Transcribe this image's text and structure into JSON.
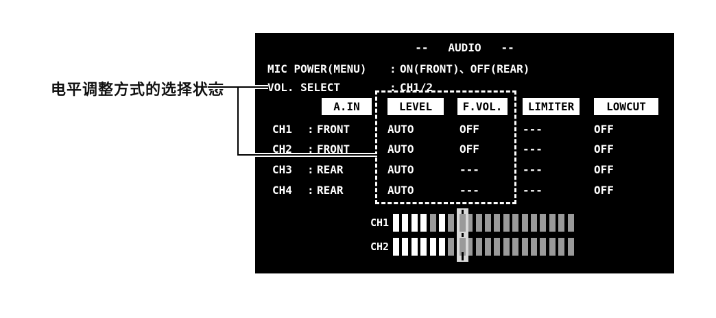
{
  "callout": {
    "label": "电平调整方式的选择状态"
  },
  "panel": {
    "title": "--   AUDIO   --",
    "menu_lines": [
      {
        "label": "MIC POWER(MENU)",
        "separator": ":",
        "value": "ON(FRONT)、OFF(REAR)"
      },
      {
        "label": "VOL. SELECT",
        "separator": ":",
        "value": "CH1/2"
      }
    ],
    "table": {
      "headers": [
        "A.IN",
        "LEVEL",
        "F.VOL.",
        "LIMITER",
        "LOWCUT"
      ],
      "colon": ":",
      "rows": [
        {
          "ch": "CH1",
          "a_in": "FRONT",
          "level": "AUTO",
          "f_vol": "OFF",
          "limiter": "---",
          "lowcut": "OFF"
        },
        {
          "ch": "CH2",
          "a_in": "FRONT",
          "level": "AUTO",
          "f_vol": "OFF",
          "limiter": "---",
          "lowcut": "OFF"
        },
        {
          "ch": "CH3",
          "a_in": "REAR",
          "level": "AUTO",
          "f_vol": "---",
          "limiter": "---",
          "lowcut": "OFF"
        },
        {
          "ch": "CH4",
          "a_in": "REAR",
          "level": "AUTO",
          "f_vol": "---",
          "limiter": "---",
          "lowcut": "OFF"
        }
      ]
    },
    "meters": {
      "ch1": {
        "label": "CH1",
        "segments": [
          1,
          1,
          1,
          1,
          0,
          1,
          0,
          0,
          0,
          0,
          0,
          0,
          0,
          0,
          0,
          0,
          0,
          0,
          0,
          0
        ]
      },
      "ch2": {
        "label": "CH2",
        "segments": [
          1,
          1,
          1,
          1,
          1,
          1,
          0,
          0,
          0,
          0,
          0,
          0,
          0,
          0,
          0,
          0,
          0,
          0,
          0,
          0
        ]
      },
      "marker_segment_index": 8
    },
    "colors": {
      "panel_bg": "#000000",
      "panel_text": "#ffffff",
      "header_bg": "#ffffff",
      "header_text": "#000000",
      "selection_dashed_border": "#ffffff",
      "segment_lit": "#ffffff",
      "segment_unlit": "#9a9a9a",
      "marker": "#d9d9d9",
      "callout_text": "#111111"
    }
  }
}
